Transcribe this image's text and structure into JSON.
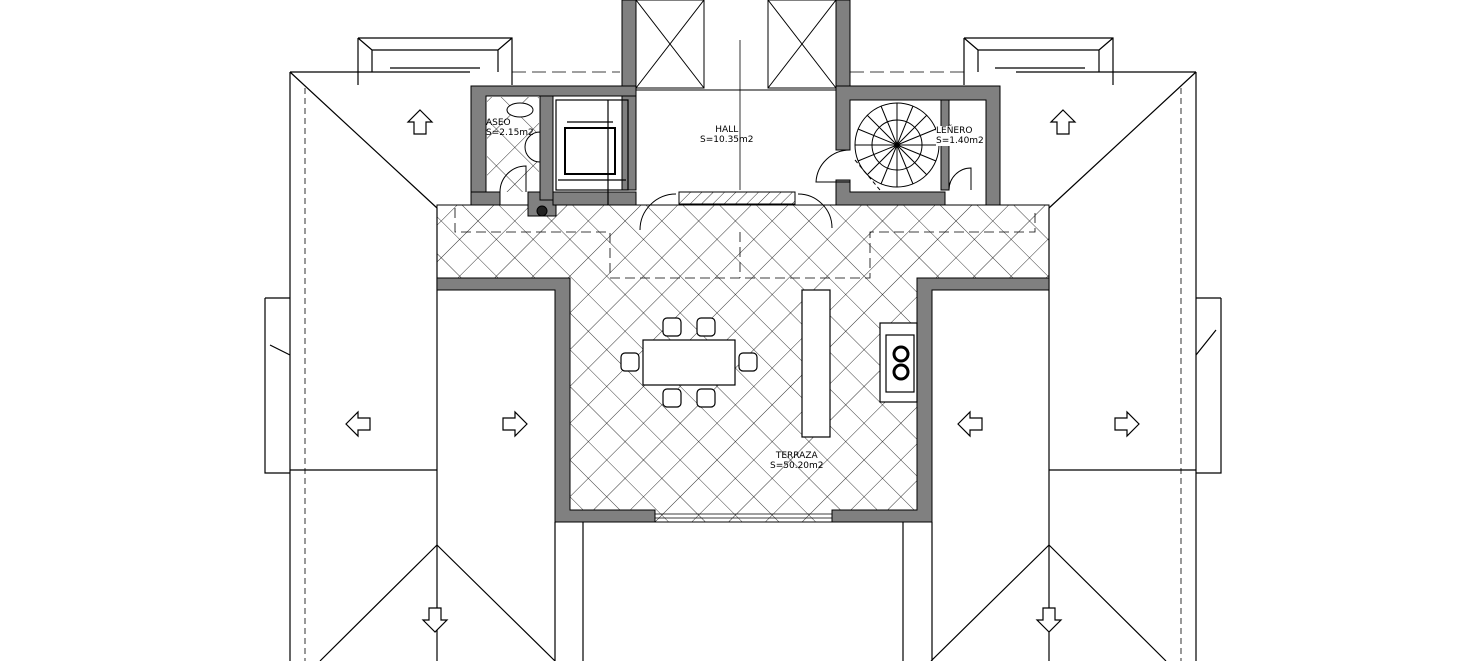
{
  "plan": {
    "rooms": [
      {
        "name": "ASEO",
        "area": "S=2.15m2"
      },
      {
        "name": "HALL",
        "area": "S=10.35m2"
      },
      {
        "name": "LEÑERO",
        "area": "S=1.40m2"
      },
      {
        "name": "TERRAZA",
        "area": "S=50.20m2"
      }
    ],
    "roof_slope_icons": [
      "arrow-up-icon",
      "arrow-up-icon",
      "arrow-left-icon",
      "arrow-right-icon",
      "arrow-left-icon",
      "arrow-right-icon",
      "arrow-down-icon",
      "arrow-down-icon"
    ],
    "colors": {
      "wall": "#808080",
      "line": "#000000",
      "hatch": "#000000",
      "background": "#ffffff"
    }
  }
}
